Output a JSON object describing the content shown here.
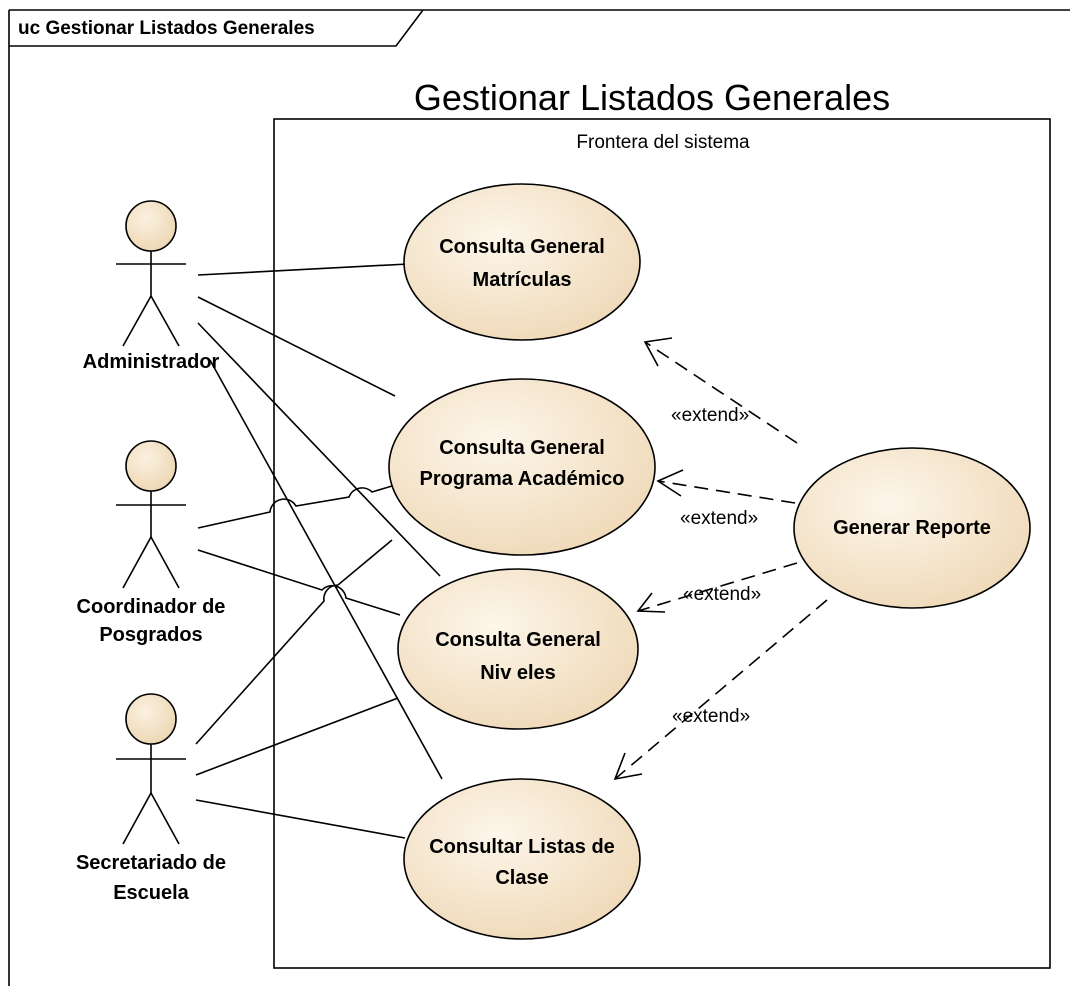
{
  "diagram": {
    "frame_label": "uc Gestionar Listados Generales",
    "title": "Gestionar Listados Generales",
    "boundary_label": "Frontera del sistema",
    "colors": {
      "usecase_fill_light": "#fdf6ea",
      "usecase_fill_dark": "#efd9b8",
      "actor_fill": "#f5e6cf",
      "stroke": "#000000"
    },
    "actors": {
      "administrador": {
        "name": "Administrador"
      },
      "coordinador": {
        "line1": "Coordinador de",
        "line2": "Posgrados"
      },
      "secretariado": {
        "line1": "Secretariado de",
        "line2": "Escuela"
      }
    },
    "usecases": {
      "matriculas": {
        "line1": "Consulta General",
        "line2": "Matrículas"
      },
      "programa": {
        "line1": "Consulta General",
        "line2": "Programa Académico"
      },
      "niveles": {
        "line1": "Consulta General",
        "line2": "Niv eles"
      },
      "listas": {
        "line1": "Consultar Listas de",
        "line2": "Clase"
      },
      "reporte": {
        "line1": "Generar Reporte"
      }
    },
    "extend_labels": {
      "matriculas": "«extend»",
      "programa": "«extend»",
      "niveles": "«extend»",
      "listas": "«extend»"
    }
  }
}
